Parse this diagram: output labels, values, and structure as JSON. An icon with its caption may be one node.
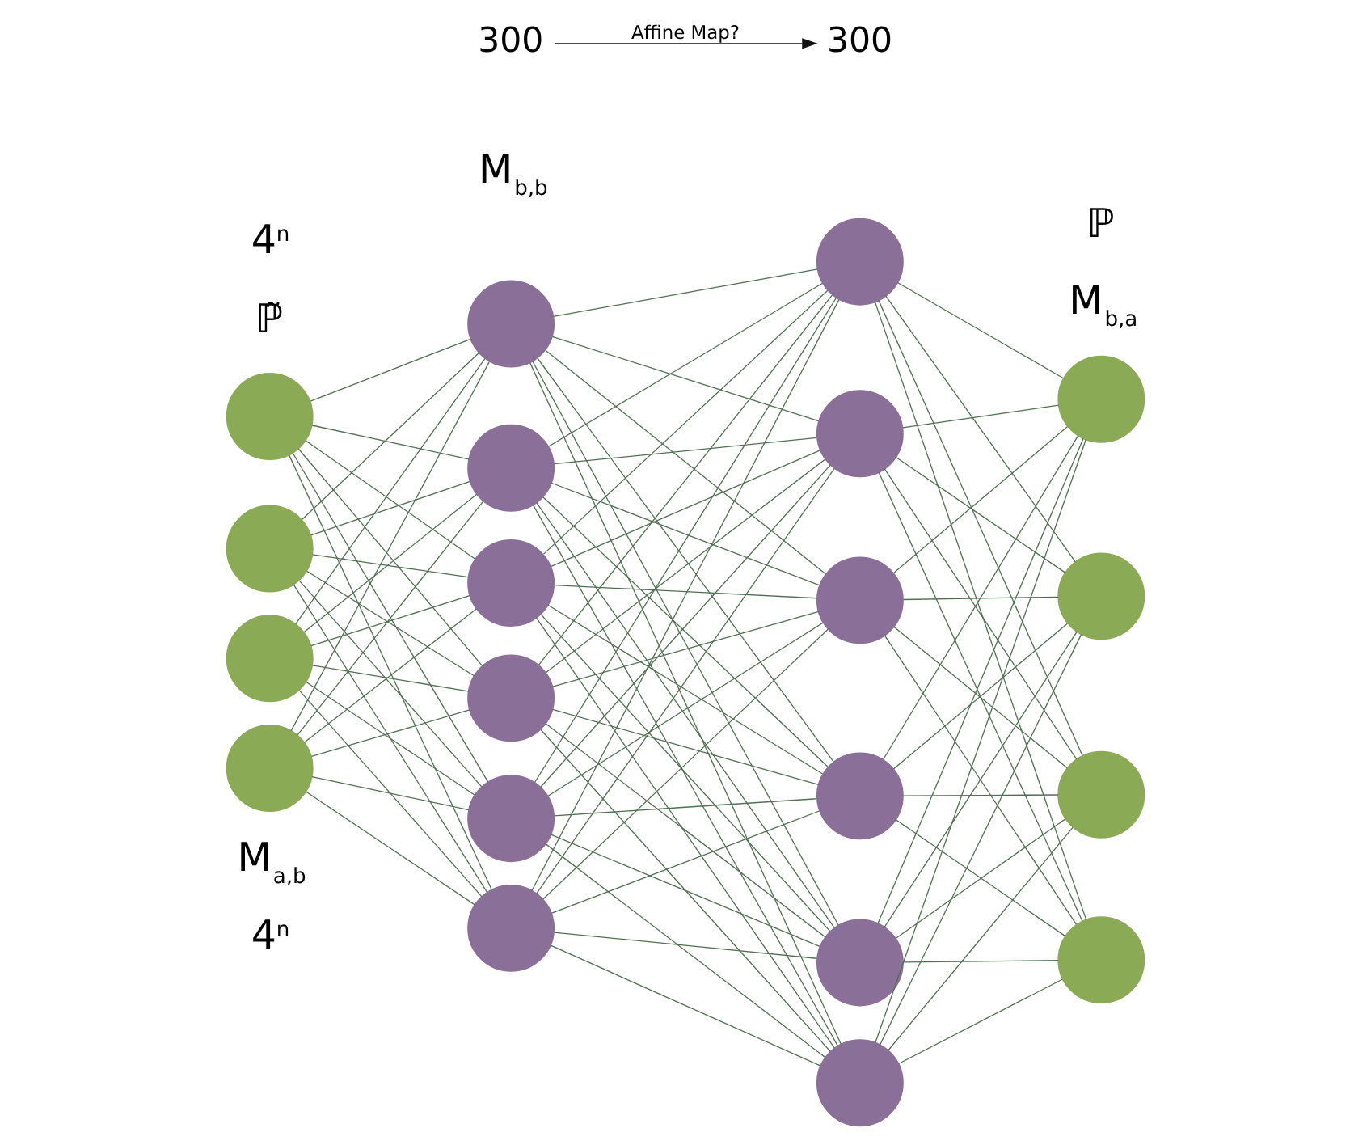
{
  "diagram": {
    "nodes": [
      {
        "text": [],
        "shape": "circle"
      },
      {
        "text": [],
        "shape": "circle"
      },
      {
        "text": [],
        "shape": "circle"
      },
      {
        "text": [],
        "shape": "circle"
      },
      {
        "text": [],
        "shape": "circle"
      },
      {
        "text": [],
        "shape": "circle"
      },
      {
        "text": [],
        "shape": "circle"
      },
      {
        "text": [],
        "shape": "circle"
      },
      {
        "text": [],
        "shape": "circle"
      },
      {
        "text": [],
        "shape": "circle"
      },
      {
        "text": [],
        "shape": "circle"
      },
      {
        "text": [],
        "shape": "circle"
      },
      {
        "text": [],
        "shape": "circle"
      },
      {
        "text": [],
        "shape": "circle"
      },
      {
        "text": [],
        "shape": "circle"
      },
      {
        "text": [],
        "shape": "circle"
      },
      {
        "text": [],
        "shape": "circle"
      },
      {
        "text": [],
        "shape": "circle"
      },
      {
        "text": [],
        "shape": "circle"
      },
      {
        "text": [],
        "shape": "circle"
      },
      {
        "text": [
          "300"
        ]
      },
      {
        "text": [
          "300"
        ]
      }
    ],
    "edges": [
      {
        "from": 0,
        "to": 4,
        "arrow": "none"
      },
      {
        "from": 0,
        "to": 5,
        "arrow": "none"
      },
      {
        "from": 0,
        "to": 6,
        "arrow": "none"
      },
      {
        "from": 0,
        "to": 7,
        "arrow": "none"
      },
      {
        "from": 0,
        "to": 8,
        "arrow": "none"
      },
      {
        "from": 0,
        "to": 9,
        "arrow": "none"
      },
      {
        "from": 1,
        "to": 4,
        "arrow": "none"
      },
      {
        "from": 1,
        "to": 5,
        "arrow": "none"
      },
      {
        "from": 1,
        "to": 6,
        "arrow": "none"
      },
      {
        "from": 1,
        "to": 7,
        "arrow": "none"
      },
      {
        "from": 1,
        "to": 8,
        "arrow": "none"
      },
      {
        "from": 1,
        "to": 9,
        "arrow": "none"
      },
      {
        "from": 2,
        "to": 4,
        "arrow": "none"
      },
      {
        "from": 2,
        "to": 5,
        "arrow": "none"
      },
      {
        "from": 2,
        "to": 6,
        "arrow": "none"
      },
      {
        "from": 2,
        "to": 7,
        "arrow": "none"
      },
      {
        "from": 2,
        "to": 8,
        "arrow": "none"
      },
      {
        "from": 2,
        "to": 9,
        "arrow": "none"
      },
      {
        "from": 3,
        "to": 4,
        "arrow": "none"
      },
      {
        "from": 3,
        "to": 5,
        "arrow": "none"
      },
      {
        "from": 3,
        "to": 6,
        "arrow": "none"
      },
      {
        "from": 3,
        "to": 7,
        "arrow": "none"
      },
      {
        "from": 3,
        "to": 8,
        "arrow": "none"
      },
      {
        "from": 3,
        "to": 9,
        "arrow": "none"
      },
      {
        "from": 4,
        "to": 10,
        "arrow": "none"
      },
      {
        "from": 4,
        "to": 11,
        "arrow": "none"
      },
      {
        "from": 4,
        "to": 12,
        "arrow": "none"
      },
      {
        "from": 4,
        "to": 13,
        "arrow": "none"
      },
      {
        "from": 4,
        "to": 14,
        "arrow": "none"
      },
      {
        "from": 4,
        "to": 15,
        "arrow": "none"
      },
      {
        "from": 5,
        "to": 10,
        "arrow": "none"
      },
      {
        "from": 5,
        "to": 11,
        "arrow": "none"
      },
      {
        "from": 5,
        "to": 12,
        "arrow": "none"
      },
      {
        "from": 5,
        "to": 13,
        "arrow": "none"
      },
      {
        "from": 5,
        "to": 14,
        "arrow": "none"
      },
      {
        "from": 5,
        "to": 15,
        "arrow": "none"
      },
      {
        "from": 6,
        "to": 10,
        "arrow": "none"
      },
      {
        "from": 6,
        "to": 11,
        "arrow": "none"
      },
      {
        "from": 6,
        "to": 12,
        "arrow": "none"
      },
      {
        "from": 6,
        "to": 13,
        "arrow": "none"
      },
      {
        "from": 6,
        "to": 14,
        "arrow": "none"
      },
      {
        "from": 6,
        "to": 15,
        "arrow": "none"
      },
      {
        "from": 7,
        "to": 10,
        "arrow": "none"
      },
      {
        "from": 7,
        "to": 11,
        "arrow": "none"
      },
      {
        "from": 7,
        "to": 12,
        "arrow": "none"
      },
      {
        "from": 7,
        "to": 13,
        "arrow": "none"
      },
      {
        "from": 7,
        "to": 14,
        "arrow": "none"
      },
      {
        "from": 7,
        "to": 15,
        "arrow": "none"
      },
      {
        "from": 8,
        "to": 10,
        "arrow": "none"
      },
      {
        "from": 8,
        "to": 11,
        "arrow": "none"
      },
      {
        "from": 8,
        "to": 12,
        "arrow": "none"
      },
      {
        "from": 8,
        "to": 13,
        "arrow": "none"
      },
      {
        "from": 8,
        "to": 14,
        "arrow": "none"
      },
      {
        "from": 8,
        "to": 15,
        "arrow": "none"
      },
      {
        "from": 9,
        "to": 10,
        "arrow": "none"
      },
      {
        "from": 9,
        "to": 11,
        "arrow": "none"
      },
      {
        "from": 9,
        "to": 12,
        "arrow": "none"
      },
      {
        "from": 9,
        "to": 13,
        "arrow": "none"
      },
      {
        "from": 9,
        "to": 14,
        "arrow": "none"
      },
      {
        "from": 9,
        "to": 15,
        "arrow": "none"
      },
      {
        "from": 10,
        "to": 16,
        "arrow": "none"
      },
      {
        "from": 10,
        "to": 17,
        "arrow": "none"
      },
      {
        "from": 10,
        "to": 18,
        "arrow": "none"
      },
      {
        "from": 10,
        "to": 19,
        "arrow": "none"
      },
      {
        "from": 11,
        "to": 16,
        "arrow": "none"
      },
      {
        "from": 11,
        "to": 17,
        "arrow": "none"
      },
      {
        "from": 11,
        "to": 18,
        "arrow": "none"
      },
      {
        "from": 11,
        "to": 19,
        "arrow": "none"
      },
      {
        "from": 12,
        "to": 16,
        "arrow": "none"
      },
      {
        "from": 12,
        "to": 17,
        "arrow": "none"
      },
      {
        "from": 12,
        "to": 18,
        "arrow": "none"
      },
      {
        "from": 12,
        "to": 19,
        "arrow": "none"
      },
      {
        "from": 13,
        "to": 16,
        "arrow": "none"
      },
      {
        "from": 13,
        "to": 17,
        "arrow": "none"
      },
      {
        "from": 13,
        "to": 18,
        "arrow": "none"
      },
      {
        "from": 13,
        "to": 19,
        "arrow": "none"
      },
      {
        "from": 14,
        "to": 16,
        "arrow": "none"
      },
      {
        "from": 14,
        "to": 17,
        "arrow": "none"
      },
      {
        "from": 14,
        "to": 18,
        "arrow": "none"
      },
      {
        "from": 14,
        "to": 19,
        "arrow": "none"
      },
      {
        "from": 15,
        "to": 16,
        "arrow": "none"
      },
      {
        "from": 15,
        "to": 17,
        "arrow": "none"
      },
      {
        "from": 15,
        "to": 18,
        "arrow": "none"
      },
      {
        "from": 15,
        "to": 19,
        "arrow": "none"
      },
      {
        "from": 20,
        "to": 21,
        "arrow": "to",
        "label": "Affine Map?",
        "color": "#111111"
      }
    ],
    "labels": [
      "M$_{b,b}$",
      "M$_{a,b}$",
      "M$_{b,a}$",
      "4$^{n}$",
      "4$^{n}$",
      "ℙ̃",
      "ℙ"
    ]
  }
}
